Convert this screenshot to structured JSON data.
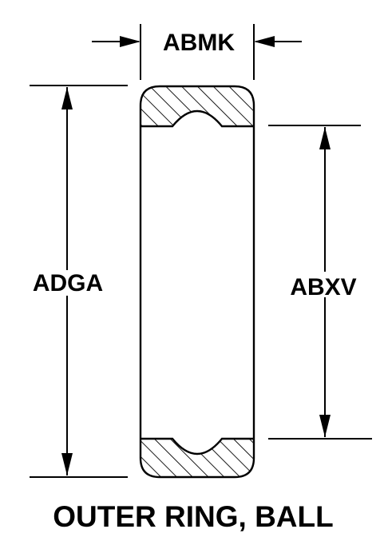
{
  "labels": {
    "width": "ABMK",
    "outer_diameter": "ADGA",
    "raceway_diameter": "ABXV"
  },
  "caption": "OUTER RING, BALL"
}
